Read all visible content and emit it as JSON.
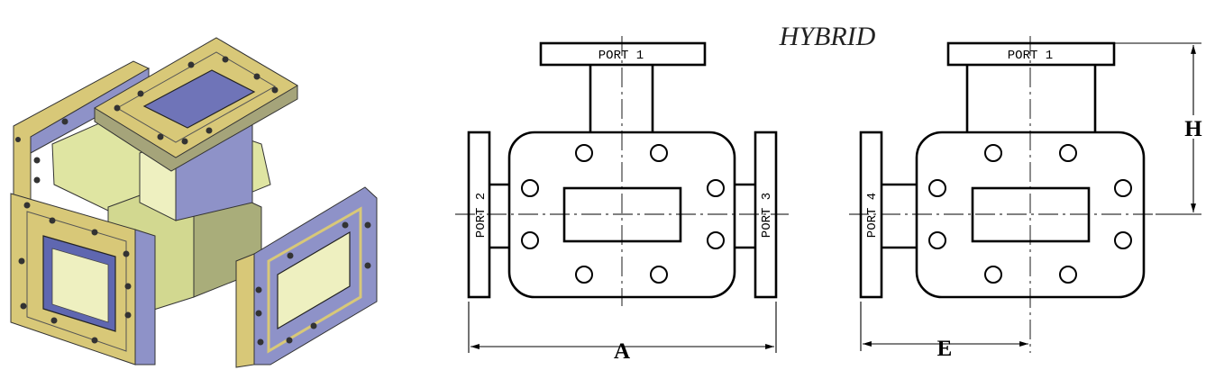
{
  "title": "HYBRID",
  "ports": {
    "port1_front": "PORT 1",
    "port2": "PORT 2",
    "port3": "PORT 3",
    "port1_side": "PORT 1",
    "port4": "PORT 4"
  },
  "dimensions": {
    "a": "A",
    "e": "E",
    "h": "H"
  },
  "colors": {
    "flange": "#d8c878",
    "body_top": "#dfe5a2",
    "body_side": "#9a9ccf",
    "outline": "#000000"
  }
}
